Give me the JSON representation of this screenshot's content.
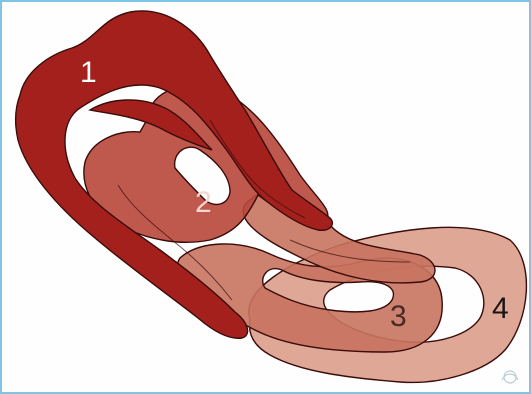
{
  "figure": {
    "loops": [
      {
        "id": "loop-1",
        "label": "1",
        "color": "#a3201c",
        "label_color": "#ffffff"
      },
      {
        "id": "loop-2",
        "label": "2",
        "color": "#b8473a",
        "label_color": "#f3d8d2"
      },
      {
        "id": "loop-3",
        "label": "3",
        "color": "#c8735f",
        "label_color": "#4a2a24"
      },
      {
        "id": "loop-4",
        "label": "4",
        "color": "#dc9f8d",
        "label_color": "#1c1412"
      }
    ],
    "frame_color": "#7fc4e6",
    "outline_color": "#3a0c0a"
  }
}
